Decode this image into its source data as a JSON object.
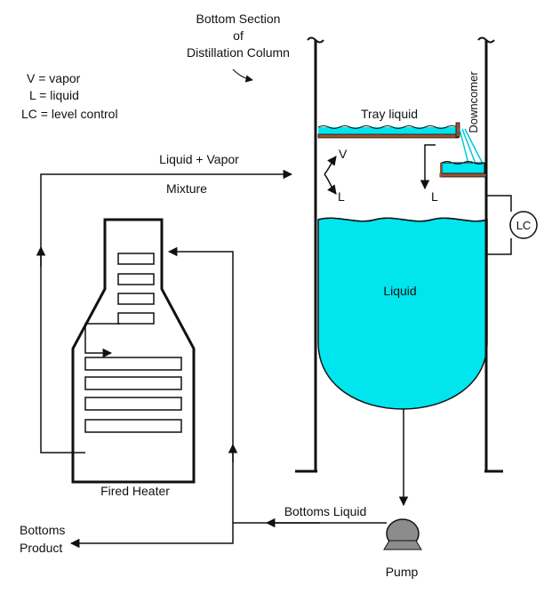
{
  "labels": {
    "section_line1": "Bottom Section",
    "section_line2": "of",
    "section_line3": "Distillation Column",
    "legend_v": "V = vapor",
    "legend_l": "L = liquid",
    "legend_lc": "LC = level control",
    "tray_liquid": "Tray liquid",
    "downcomer": "Downcomer",
    "feed_line1": "Liquid + Vapor",
    "feed_line2": "Mixture",
    "vapor_v": "V",
    "liquid_l_left": "L",
    "liquid_l_right": "L",
    "level_control": "LC",
    "sump_liquid": "Liquid",
    "fired_heater": "Fired Heater",
    "bottoms_liquid": "Bottoms Liquid",
    "bottoms_product_line1": "Bottoms",
    "bottoms_product_line2": "Product",
    "pump": "Pump"
  },
  "colors": {
    "liquid": "#00e5ee",
    "tray": "#a0522d",
    "line": "#111111",
    "pump": "#8c8c8c"
  }
}
